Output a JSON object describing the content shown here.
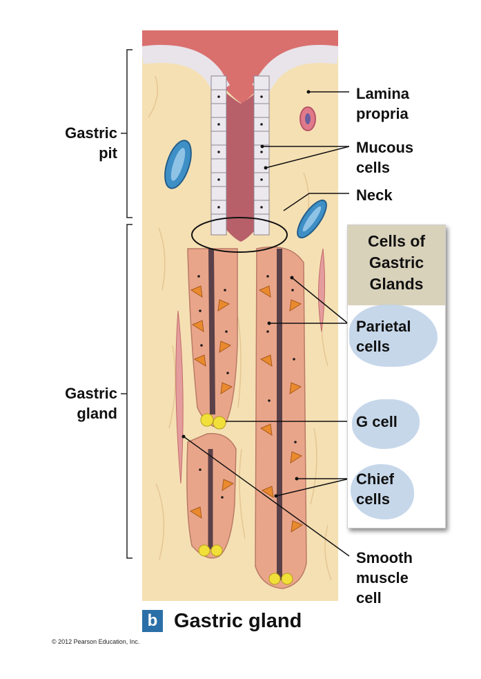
{
  "labels": {
    "gastric_pit": [
      "Gastric",
      "pit"
    ],
    "gastric_gland": [
      "Gastric",
      "gland"
    ],
    "lamina_propria": [
      "Lamina",
      "propria"
    ],
    "mucous_cells": [
      "Mucous",
      "cells"
    ],
    "neck": "Neck",
    "parietal_cells": [
      "Parietal",
      "cells"
    ],
    "g_cell": "G cell",
    "chief_cells": [
      "Chief",
      "cells"
    ],
    "smooth_muscle_cell": [
      "Smooth",
      "muscle",
      "cell"
    ]
  },
  "legend": {
    "title": [
      "Cells of",
      "Gastric",
      "Glands"
    ]
  },
  "caption": {
    "badge": "b",
    "title": "Gastric gland"
  },
  "copyright": "© 2012 Pearson Education, Inc.",
  "colors": {
    "lamina_propria": "#f5e0b3",
    "surface": "#d9706e",
    "mucous_cell": "#ece9ee",
    "gland_cell": "#e9a58a",
    "parietal_cell": "#e98a2e",
    "g_cell": "#f2e03a",
    "lumen": "#5a4048",
    "vessel_blue": "#3e8fc5",
    "legend_header": "#d9d2bb",
    "legend_blob": "#bcd0e6",
    "badge": "#2a6fa7"
  }
}
